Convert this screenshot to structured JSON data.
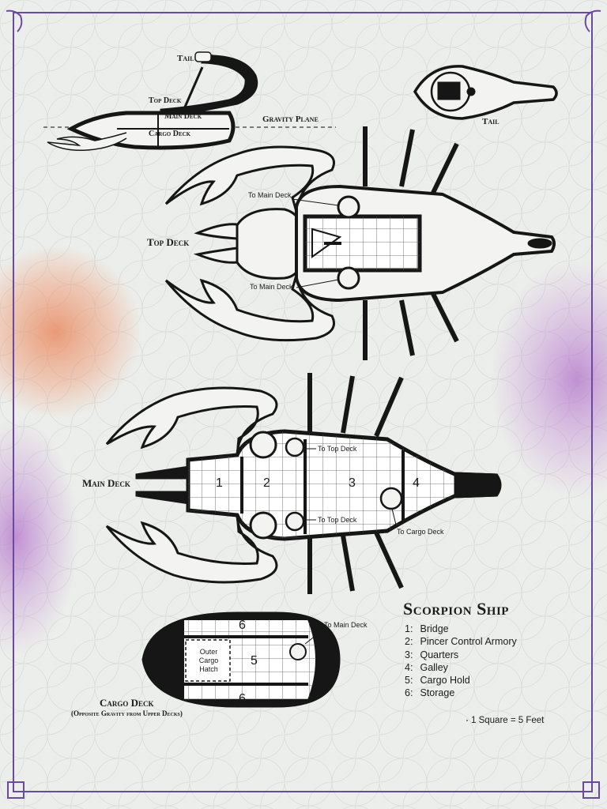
{
  "map": {
    "title": "Scorpion Ship",
    "views": {
      "tail_side": "Tail",
      "top_deck_side": "Top Deck",
      "main_deck_side": "Main Deck",
      "cargo_deck_side": "Cargo Deck",
      "gravity_plane": "Gravity Plane",
      "tail_top": "Tail",
      "top_deck": "Top Deck",
      "main_deck": "Main Deck",
      "cargo_deck": "Cargo Deck",
      "cargo_deck_note": "(Opposite Gravity from Upper Decks)"
    },
    "callouts": {
      "to_main_deck_1": "To Main Deck",
      "to_main_deck_2": "To Main Deck",
      "to_top_deck_1": "To Top Deck",
      "to_top_deck_2": "To Top Deck",
      "to_cargo_deck": "To Cargo Deck",
      "to_main_deck_cargo": "To Main Deck",
      "outer_cargo_hatch": "Outer Cargo Hatch"
    },
    "room_numbers": {
      "r1": "1",
      "r2": "2",
      "r3": "3",
      "r4": "4",
      "r5": "5",
      "r6a": "6",
      "r6b": "6"
    },
    "legend": [
      {
        "key": "1:",
        "label": "Bridge"
      },
      {
        "key": "2:",
        "label": "Pincer Control Armory"
      },
      {
        "key": "3:",
        "label": "Quarters"
      },
      {
        "key": "4:",
        "label": "Galley"
      },
      {
        "key": "5:",
        "label": "Cargo Hold"
      },
      {
        "key": "6:",
        "label": "Storage"
      }
    ],
    "scale": "1 Square = 5 Feet",
    "colors": {
      "ink": "#161616",
      "hull": "#f3f3f1",
      "frame": "#6a4aa0",
      "background": "#e9ebe8",
      "splash_orange": "#e8906a",
      "splash_purple": "#b37ac8"
    }
  }
}
